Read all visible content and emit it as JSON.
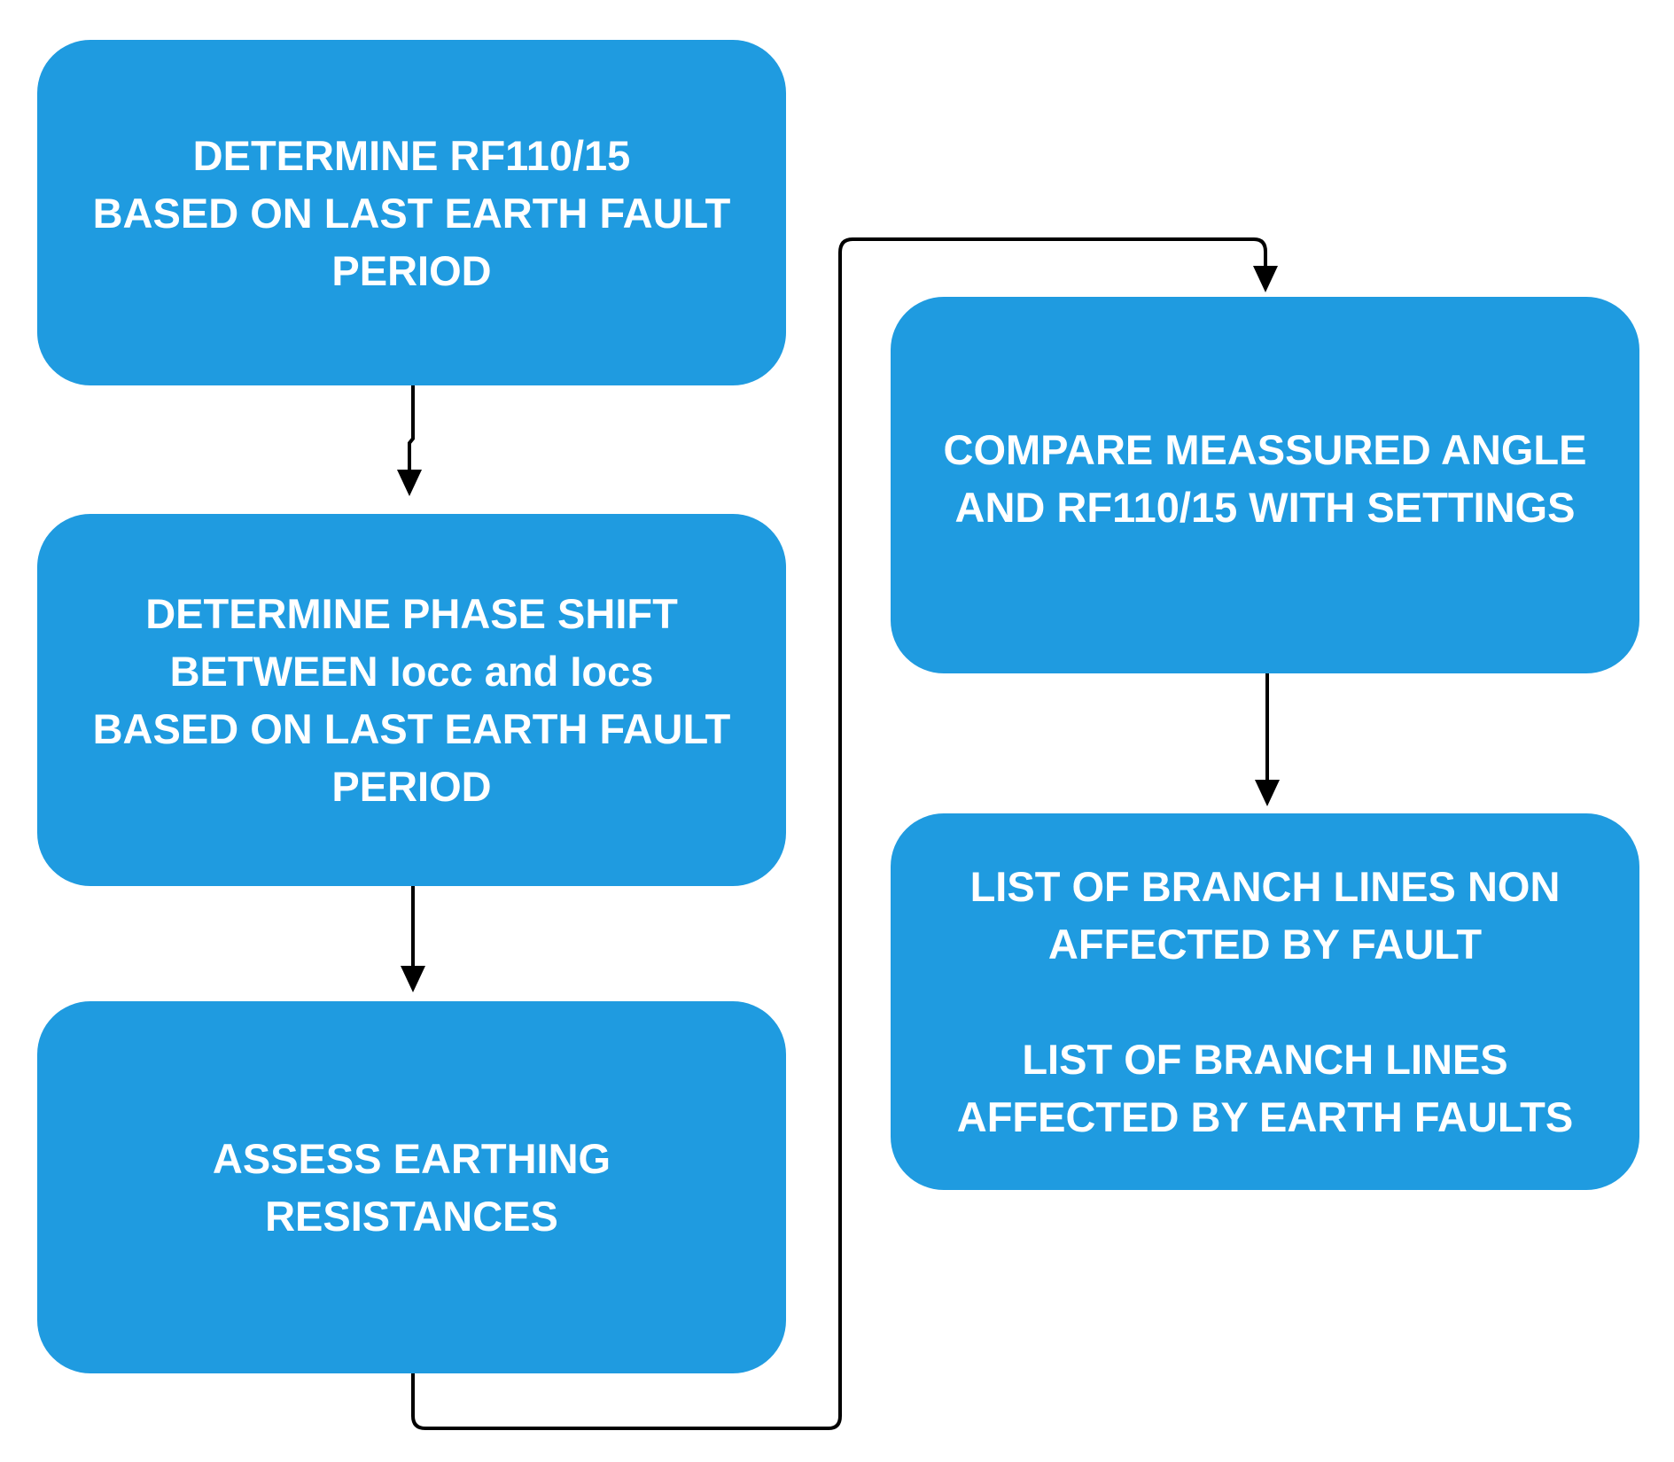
{
  "diagram": {
    "colors": {
      "box_fill": "#1f9be0",
      "box_text": "#ffffff",
      "connector": "#000000",
      "background": "#ffffff"
    },
    "nodes": {
      "determine_rf": {
        "lines": [
          "DETERMINE RF110/15",
          "BASED ON LAST EARTH FAULT",
          "PERIOD"
        ]
      },
      "determine_phase_shift": {
        "lines": [
          "DETERMINE PHASE SHIFT",
          "BETWEEN Iocc and Iocs",
          "BASED ON LAST EARTH FAULT",
          "PERIOD"
        ]
      },
      "assess_earthing": {
        "lines": [
          "ASSESS EARTHING",
          "RESISTANCES"
        ]
      },
      "compare_angle": {
        "lines": [
          "COMPARE MEASSURED ANGLE",
          "AND RF110/15 WITH SETTINGS"
        ]
      },
      "branch_lists": {
        "lines": [
          "LIST OF BRANCH LINES NON",
          "AFFECTED BY FAULT",
          "",
          "LIST OF BRANCH LINES",
          "AFFECTED BY EARTH FAULTS"
        ]
      }
    },
    "edges": [
      {
        "from": "determine_rf",
        "to": "determine_phase_shift"
      },
      {
        "from": "determine_phase_shift",
        "to": "assess_earthing"
      },
      {
        "from": "assess_earthing",
        "to": "compare_angle"
      },
      {
        "from": "compare_angle",
        "to": "branch_lists"
      }
    ]
  }
}
